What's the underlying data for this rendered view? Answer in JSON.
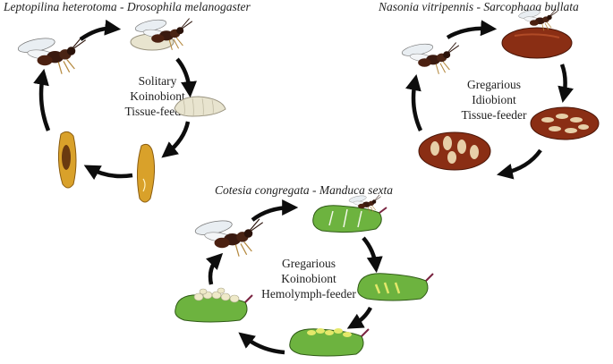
{
  "cycles": [
    {
      "title": "Leptopilina heterotoma - Drosophila melanogaster",
      "lines": [
        "Solitary",
        "Koinobiont",
        "Tissue-feeder"
      ]
    },
    {
      "title": "Nasonia vitripennis - Sarcophaga bullata",
      "lines": [
        "Gregarious",
        "Idiobiont",
        "Tissue-feeder"
      ]
    },
    {
      "title": "Cotesia congregata - Manduca sexta",
      "lines": [
        "Gregarious",
        "Koinobiont",
        "Hemolymph-feeder"
      ]
    }
  ],
  "colors": {
    "arrow": "#0d0d0d",
    "wasp_body": "#3a1a10",
    "larva": "#e8e4cf",
    "pupa_yellow": "#d9a12a",
    "puparium": "#8a2e14",
    "caterpillar": "#6db33f",
    "cocoon": "#eee9c8"
  },
  "icons": [
    "wasp-icon",
    "larva-icon",
    "pupa-icon",
    "puparium-icon",
    "caterpillar-icon"
  ]
}
